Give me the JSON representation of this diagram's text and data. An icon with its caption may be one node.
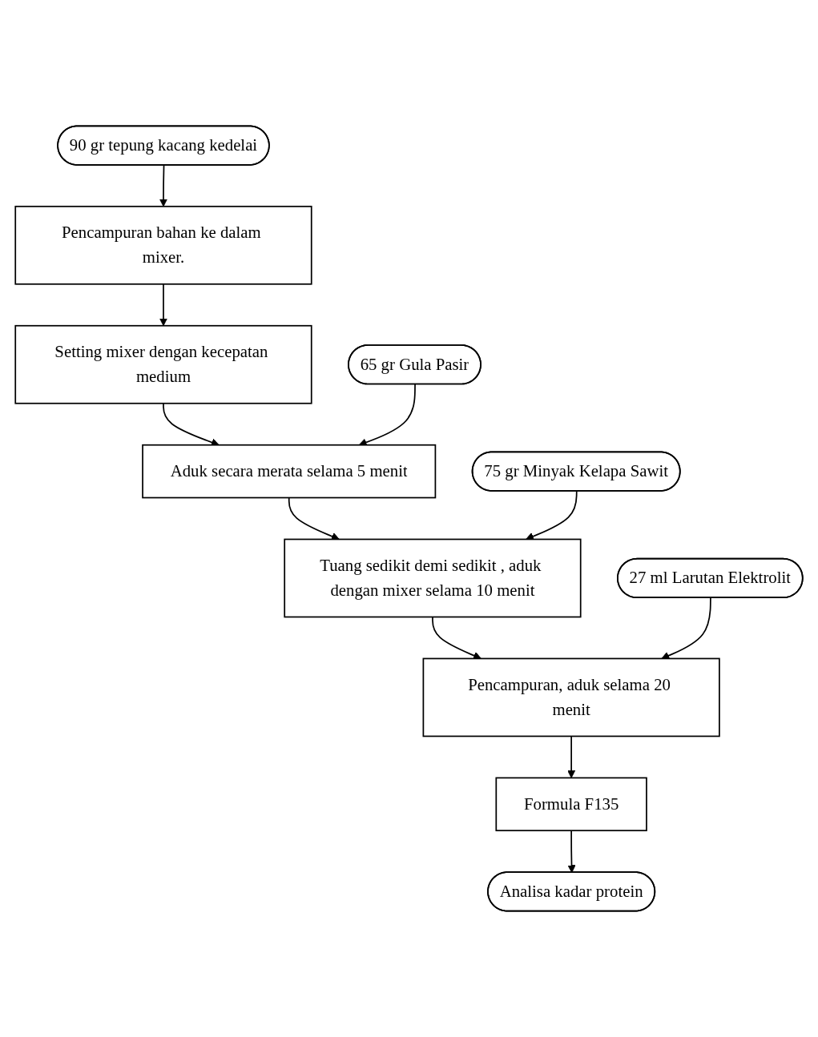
{
  "diagram": {
    "nodes": [
      {
        "text": [
          "90 gr tepung kacang kedelai"
        ]
      },
      {
        "text": [
          "Pencampuran bahan ke dalam mixer."
        ]
      },
      {
        "text": [
          "Setting mixer dengan kecepatan medium"
        ]
      },
      {
        "text": [
          "65 gr Gula Pasir"
        ]
      },
      {
        "text": [
          "Aduk secara merata selama 5 menit"
        ]
      },
      {
        "text": [
          "75 gr Minyak Kelapa Sawit"
        ]
      },
      {
        "text": [
          "Tuang sedikit demi sedikit , aduk dengan mixer selama 10 menit"
        ]
      },
      {
        "text": [
          "27 ml Larutan Elektrolit"
        ]
      },
      {
        "text": [
          "Pencampuran, aduk selama 20 menit"
        ]
      },
      {
        "text": [
          "Formula F135"
        ]
      },
      {
        "text": [
          "Analisa kadar protein"
        ]
      }
    ],
    "edges": [
      {
        "from": 0,
        "to": 1,
        "arrow": "to"
      },
      {
        "from": 1,
        "to": 2,
        "arrow": "to"
      },
      {
        "from": 2,
        "to": 4,
        "arrow": "to"
      },
      {
        "from": 3,
        "to": 4,
        "arrow": "to"
      },
      {
        "from": 4,
        "to": 6,
        "arrow": "to"
      },
      {
        "from": 5,
        "to": 6,
        "arrow": "to"
      },
      {
        "from": 6,
        "to": 8,
        "arrow": "to"
      },
      {
        "from": 7,
        "to": 8,
        "arrow": "to"
      },
      {
        "from": 8,
        "to": 9,
        "arrow": "to"
      },
      {
        "from": 9,
        "to": 10,
        "arrow": "to"
      }
    ]
  }
}
